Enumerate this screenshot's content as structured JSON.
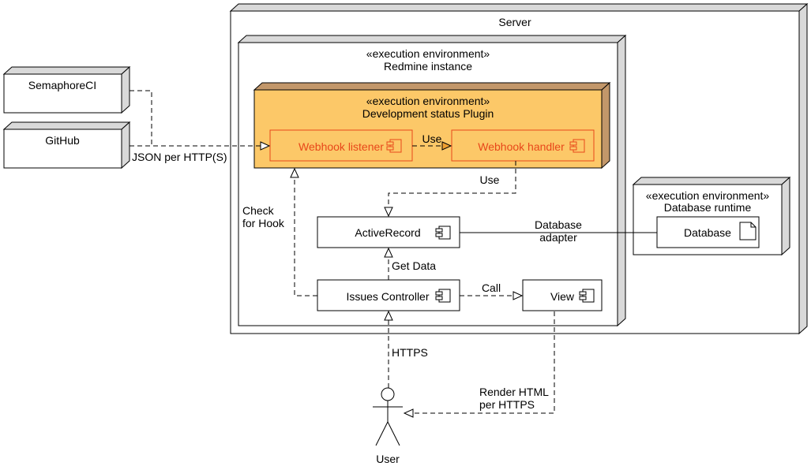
{
  "nodes": {
    "server": {
      "title": "Server"
    },
    "redmine": {
      "stereotype": "«execution environment»",
      "name": "Redmine instance"
    },
    "plugin": {
      "stereotype": "«execution environment»",
      "name": "Development status Plugin"
    },
    "db_runtime": {
      "stereotype": "«execution environment»",
      "name": "Database runtime"
    },
    "semaphore": {
      "label": "SemaphoreCI"
    },
    "github": {
      "label": "GitHub"
    }
  },
  "components": {
    "webhook_listener": "Webhook listener",
    "webhook_handler": "Webhook handler",
    "active_record": "ActiveRecord",
    "issues_controller": "Issues Controller",
    "view": "View",
    "database": "Database"
  },
  "actor": {
    "label": "User"
  },
  "edges": {
    "json_http": "JSON per HTTP(S)",
    "use_1": "Use",
    "use_2": "Use",
    "check_hook_1": "Check",
    "check_hook_2": "for Hook",
    "db_adapter_1": "Database",
    "db_adapter_2": "adapter",
    "get_data": "Get Data",
    "call": "Call",
    "https": "HTTPS",
    "render_1": "Render HTML",
    "render_2": "per HTTPS"
  },
  "colors": {
    "plugin_fill": "#fcc868",
    "plugin_side": "#c2976a",
    "node_side": "#d9d9d9",
    "accent_orange": "#e8471a"
  }
}
